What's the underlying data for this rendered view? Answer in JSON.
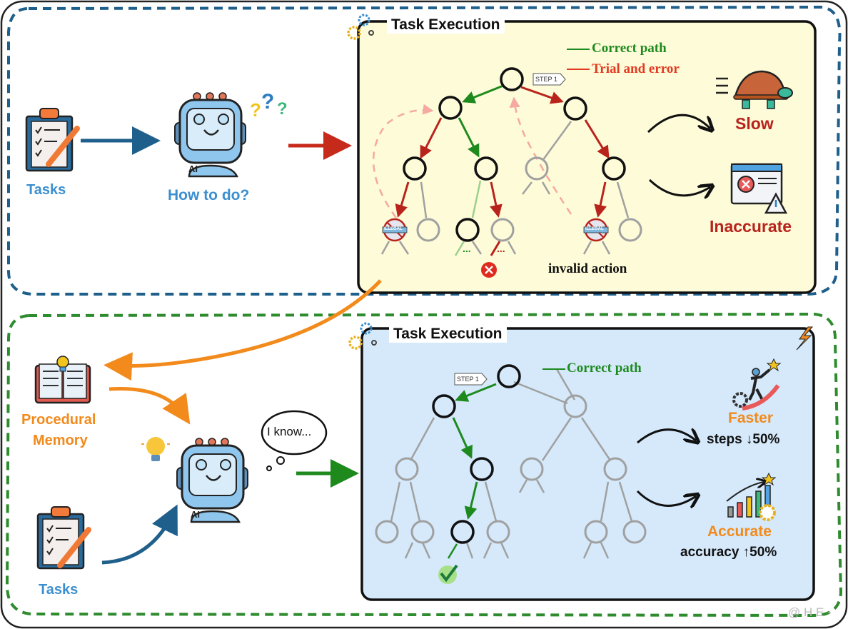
{
  "top_section": {
    "tasks_label": "Tasks",
    "agent_label": "How to do?",
    "panel": {
      "title": "Task Execution",
      "legend": [
        {
          "label": "Correct path",
          "color": "#1e8a1e"
        },
        {
          "label": "Trial and error",
          "color": "#e23b22"
        }
      ],
      "step_tag": "STEP 1",
      "illegal_tag": "ILLEGAL",
      "invalid_label": "invalid action",
      "ellipsis": "..."
    },
    "outcomes": [
      {
        "label": "Slow",
        "color": "#b8231c",
        "icon": "turtle-icon"
      },
      {
        "label": "Inaccurate",
        "color": "#b8231c",
        "icon": "error-window-icon"
      }
    ],
    "colors": {
      "border": "#1f5f8b",
      "panel_bg": "#fdfbd8"
    }
  },
  "bottom_section": {
    "memory_label_line1": "Procedural",
    "memory_label_line2": "Memory",
    "tasks_label": "Tasks",
    "thought": "I know...",
    "panel": {
      "title": "Task Execution",
      "legend": [
        {
          "label": "Correct path",
          "color": "#1e8a1e"
        }
      ],
      "step_tag": "STEP 1"
    },
    "outcomes": [
      {
        "label": "Faster",
        "detail": "steps ↓50%",
        "color": "#f28a1c",
        "icon": "climber-icon"
      },
      {
        "label": "Accurate",
        "detail": "accuracy ↑50%",
        "color": "#f28a1c",
        "icon": "growth-chart-icon"
      }
    ],
    "colors": {
      "border": "#2e8b2e",
      "panel_bg": "#d5e9fb"
    }
  },
  "watermark": "@ H E -"
}
